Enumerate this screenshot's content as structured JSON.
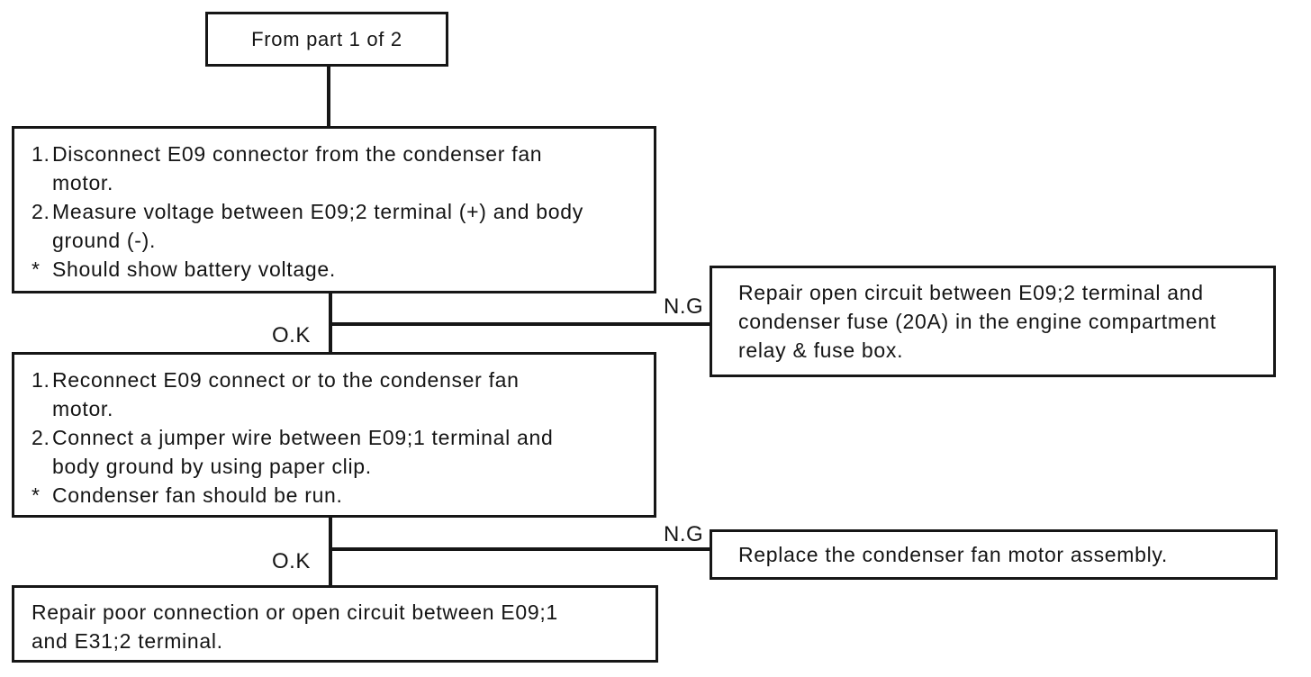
{
  "diagram": {
    "start_box": {
      "label": "From part 1 of 2"
    },
    "step1": {
      "lines": [
        {
          "marker": "1.",
          "text": "Disconnect E09 connector from the condenser fan"
        },
        {
          "marker": "",
          "text": "motor."
        },
        {
          "marker": "2.",
          "text": "Measure voltage between E09;2 terminal (+) and body"
        },
        {
          "marker": "",
          "text": "ground (-)."
        },
        {
          "marker": "*",
          "text": "Should show battery voltage."
        }
      ],
      "ok_label": "O.K",
      "ng_label": "N.G"
    },
    "step1_ng_box": {
      "lines": [
        "Repair open circuit between E09;2 terminal and",
        "condenser fuse (20A) in the engine compartment",
        "relay & fuse box."
      ]
    },
    "step2": {
      "lines": [
        {
          "marker": "1.",
          "text": "Reconnect E09 connect or to the condenser fan"
        },
        {
          "marker": "",
          "text": "motor."
        },
        {
          "marker": "2.",
          "text": "Connect a jumper wire between E09;1 terminal and"
        },
        {
          "marker": "",
          "text": "body ground by using paper clip."
        },
        {
          "marker": "*",
          "text": "Condenser fan should be run."
        }
      ],
      "ok_label": "O.K",
      "ng_label": "N.G"
    },
    "step2_ng_box": {
      "lines": [
        "Replace the condenser fan motor assembly."
      ]
    },
    "final_box": {
      "lines": [
        "Repair poor connection or open circuit between E09;1",
        "and E31;2 terminal."
      ]
    },
    "colors": {
      "ink": "#161616",
      "paper": "#ffffff"
    }
  }
}
